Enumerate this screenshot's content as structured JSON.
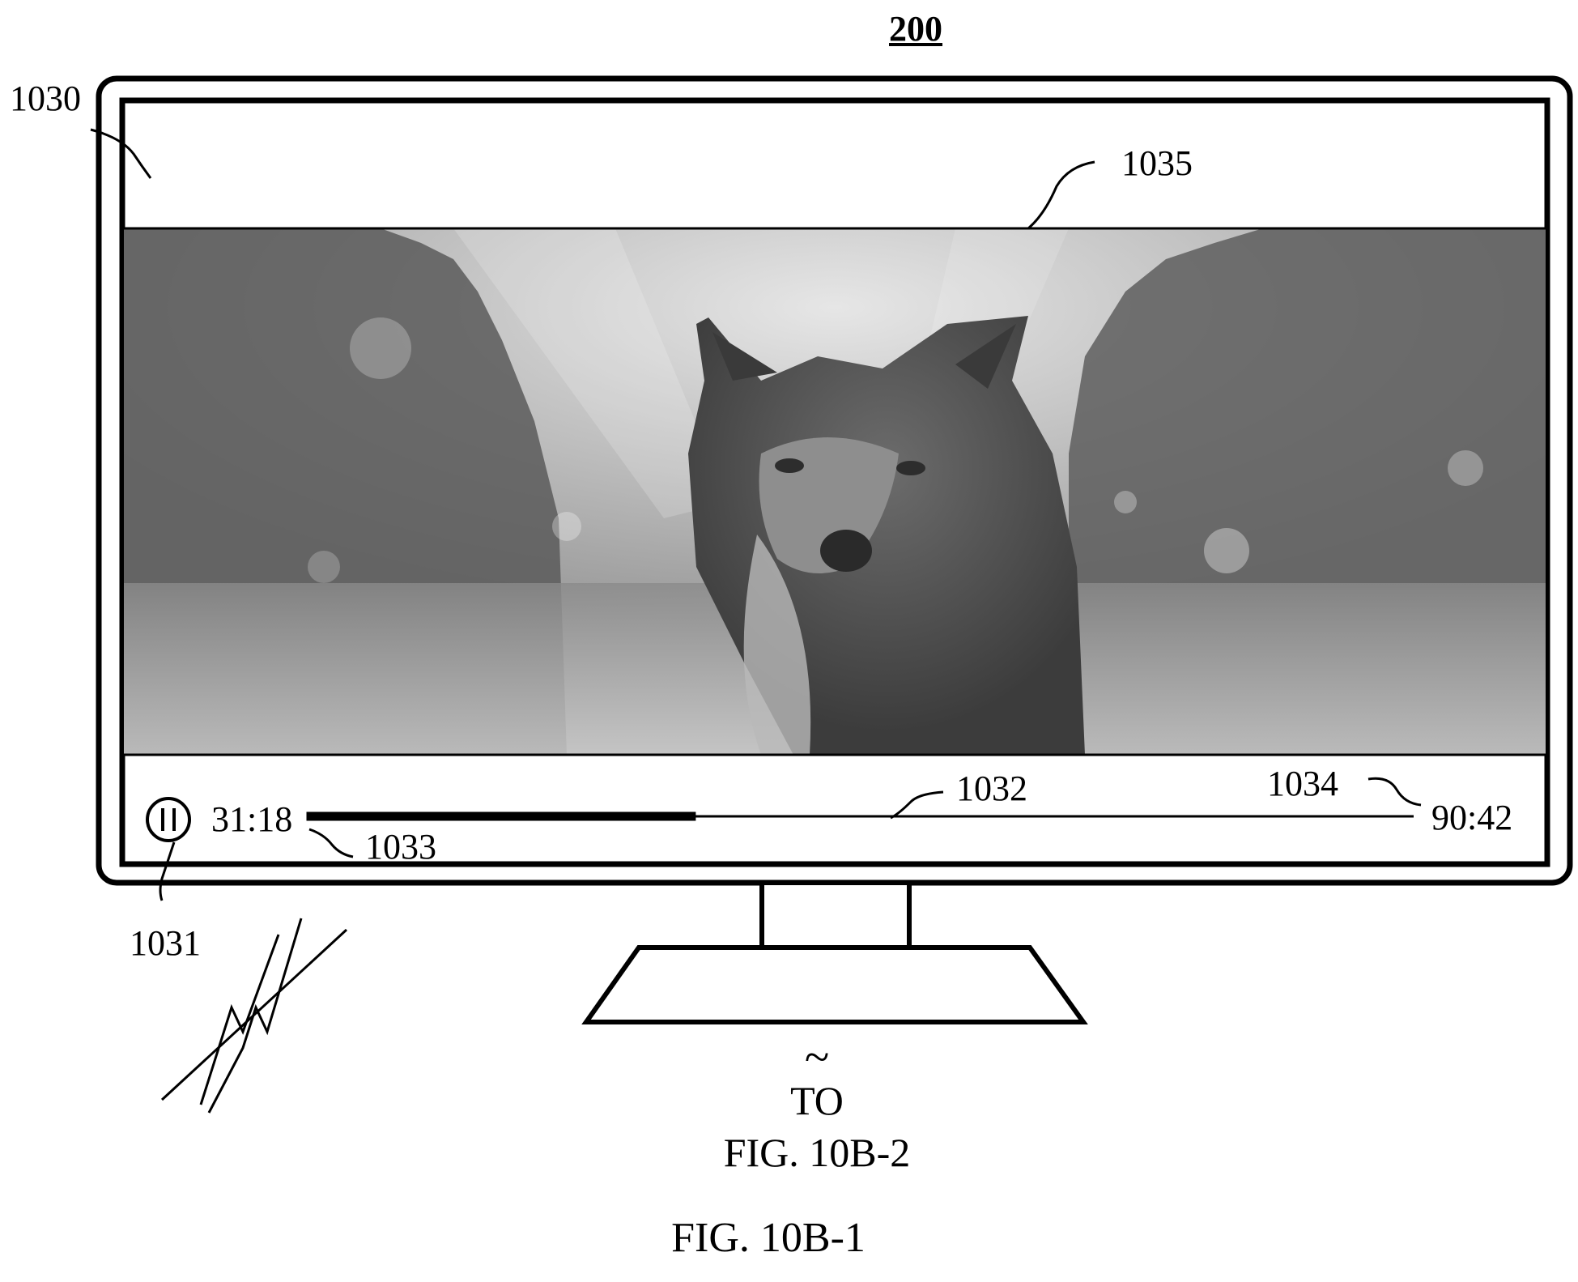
{
  "figure_number": "200",
  "reference_numerals": {
    "top_bar": "1030",
    "pause_control": "1031",
    "progress_bar": "1032",
    "elapsed_label": "1033",
    "total_label": "1034",
    "video_area": "1035"
  },
  "player": {
    "elapsed_time": "31:18",
    "total_time": "90:42",
    "progress_fraction": 0.345,
    "video_subject": "wolf-in-snow"
  },
  "continuation": {
    "mark": "~",
    "to_label": "TO",
    "target_figure": "FIG. 10B-2"
  },
  "figure_caption": "FIG. 10B-1"
}
